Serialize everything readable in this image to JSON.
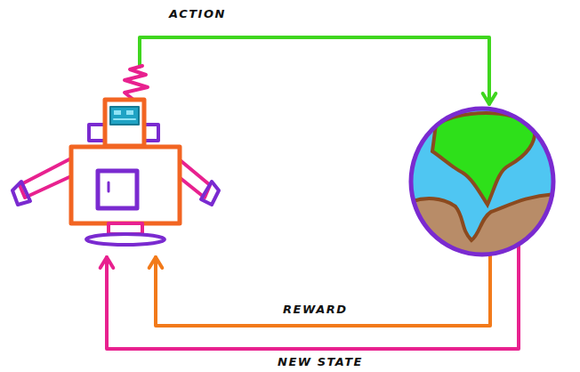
{
  "diagram": {
    "nodes": [
      {
        "text": []
      },
      {
        "text": []
      }
    ],
    "edges": [
      {
        "from": 0,
        "to": 1,
        "arrow": "to",
        "label": "ACTION"
      },
      {
        "from": 1,
        "to": 0,
        "arrow": "to",
        "label": "REWARD"
      },
      {
        "from": 1,
        "to": 0,
        "arrow": "to",
        "label": "NEW STATE"
      }
    ]
  }
}
